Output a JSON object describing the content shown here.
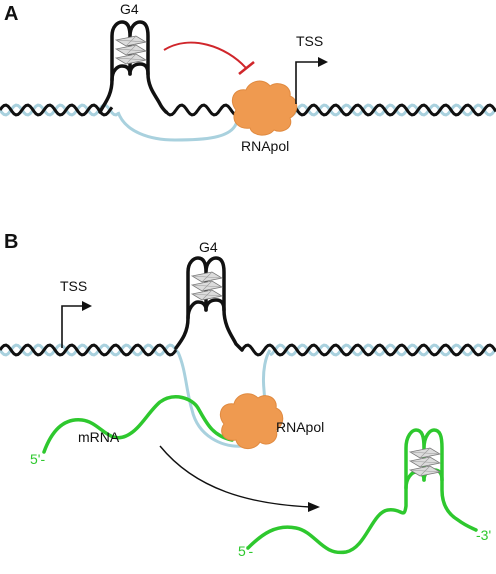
{
  "panel_a": {
    "letter": "A",
    "g4_label": "G4",
    "tss_label": "TSS",
    "polymerase_label": "RNApol"
  },
  "panel_b": {
    "letter": "B",
    "g4_label": "G4",
    "tss_label": "TSS",
    "polymerase_label": "RNApol",
    "mrna_label": "mRNA",
    "five_prime_left": "5'-",
    "five_prime_right": "5'-",
    "three_prime": "-3'"
  },
  "colors": {
    "strand_dark": "#111111",
    "strand_light": "#a9d1de",
    "polymerase": "#ef9a50",
    "mrna": "#2ec82e",
    "inhibition": "#d0262b"
  }
}
